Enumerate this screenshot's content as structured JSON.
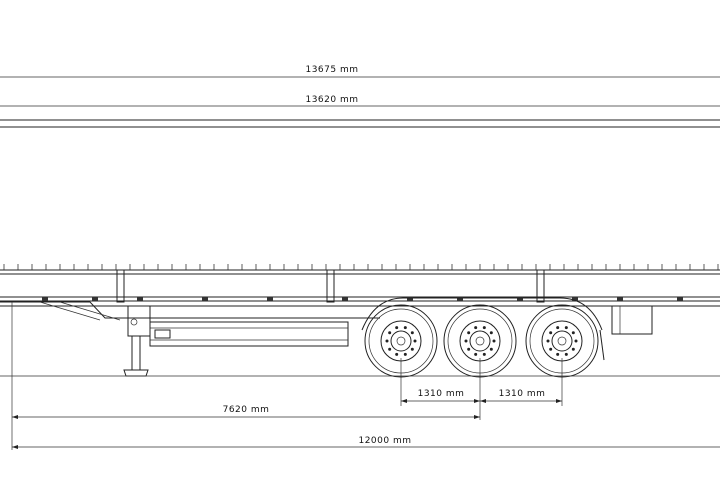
{
  "dimensions": {
    "overall_length": "13675 mm",
    "body_length": "13620 mm",
    "kingpin_to_axle": "7620 mm",
    "axle_spacing_1": "1310 mm",
    "axle_spacing_2": "1310 mm",
    "chassis_length": "12000 mm"
  }
}
